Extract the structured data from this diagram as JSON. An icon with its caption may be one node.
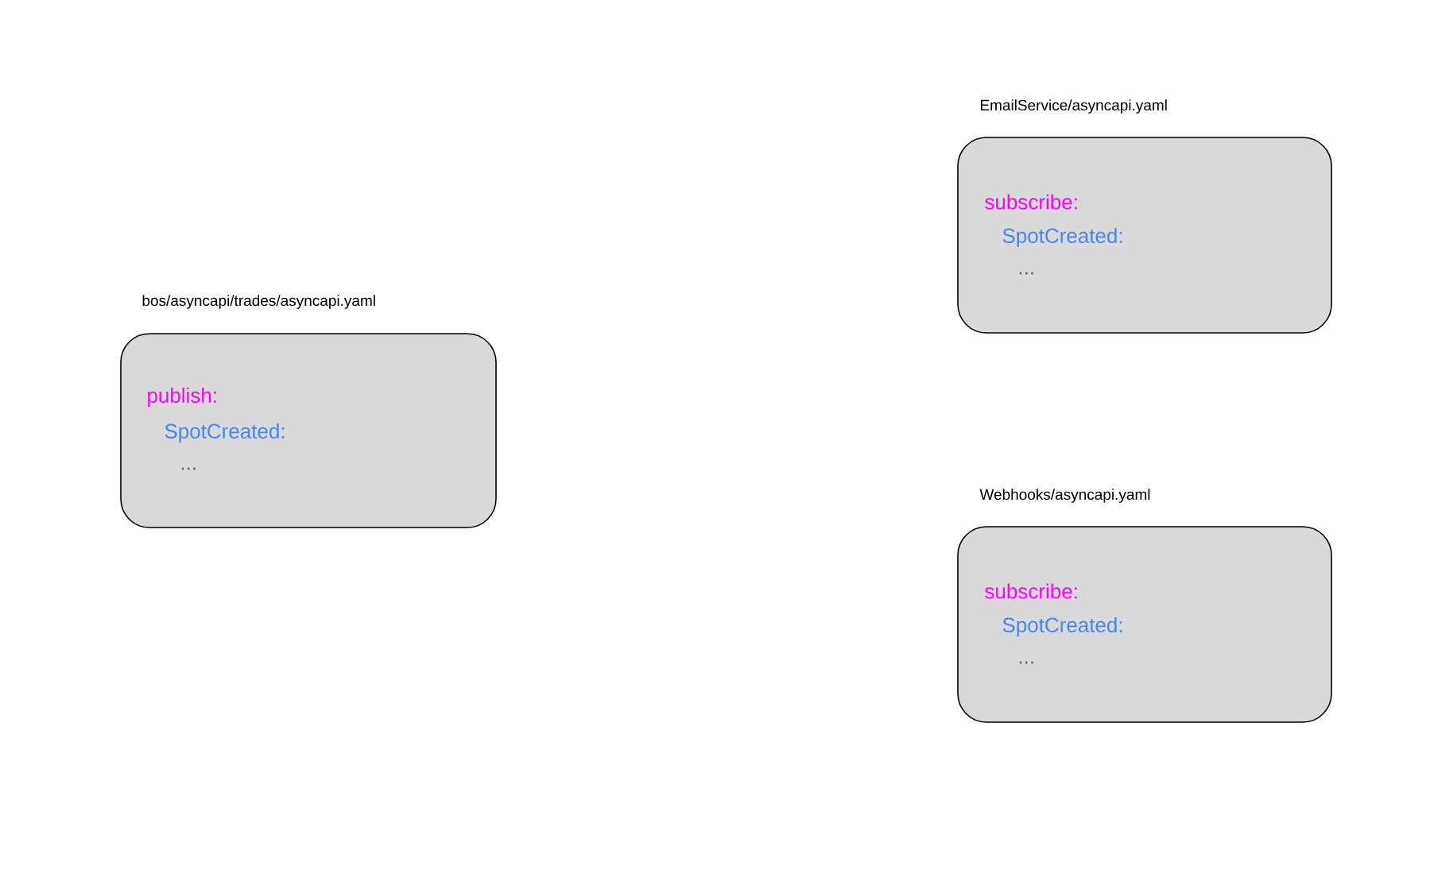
{
  "diagram": {
    "nodes": [
      {
        "text": [
          "bos/asyncapi/trades/asyncapi.yaml",
          "publish:",
          "SpotCreated:",
          "..."
        ]
      },
      {
        "text": [
          "EmailService/asyncapi.yaml",
          "subscribe:",
          "SpotCreated:",
          "..."
        ]
      },
      {
        "text": [
          "Webhooks/asyncapi.yaml",
          "subscribe:",
          "SpotCreated:",
          "..."
        ]
      }
    ]
  }
}
